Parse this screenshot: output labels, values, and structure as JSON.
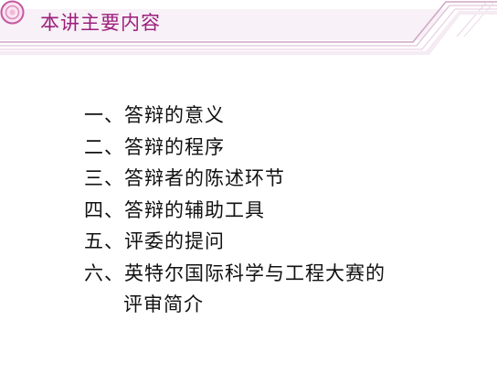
{
  "header": {
    "title": "本讲主要内容",
    "bullet_icon": "circle-bullet-icon",
    "accent_color": "#9c1f7d",
    "decoration_color": "#cfa5c5"
  },
  "agenda": {
    "items": [
      "一、答辩的意义",
      "二、答辩的程序",
      "三、答辩者的陈述环节",
      "四、答辩的辅助工具",
      "五、评委的提问",
      "六、英特尔国际科学与工程大赛的"
    ],
    "continuation": "评审简介"
  }
}
